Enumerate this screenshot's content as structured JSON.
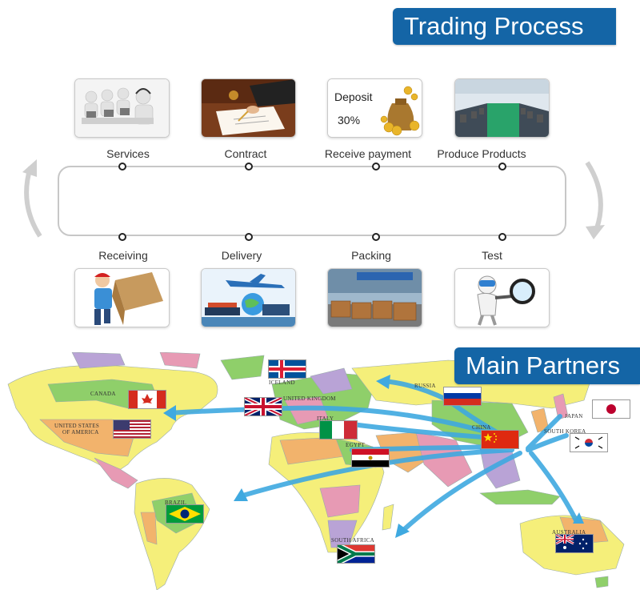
{
  "sections": {
    "trading_title": "Trading Process",
    "partners_title": "Main Partners"
  },
  "steps": {
    "services": "Services",
    "contract": "Contract",
    "receive_payment": "Receive payment",
    "produce_products": "Produce Products",
    "receiving": "Receiving",
    "delivery": "Delivery",
    "packing": "Packing",
    "test": "Test"
  },
  "payment_card": {
    "line1": "Deposit",
    "line2": "30%"
  },
  "countries": {
    "canada": "CANADA",
    "usa_line1": "UNITED STATES",
    "usa_line2": "OF AMERICA",
    "iceland": "ICELAND",
    "uk": "UNITED KINGDOM",
    "russia": "RUSSIA",
    "italy": "ITALY",
    "egypt": "EGYPT",
    "china": "CHINA",
    "japan": "JAPAN",
    "south_korea": "SOUTH KOREA",
    "brazil": "BRAZIL",
    "south_africa": "SOUTH AFRICA",
    "australia": "AUSTRALIA"
  },
  "colors": {
    "banner": "#1465a6",
    "arrow": "#3fa9e0",
    "ocean": "#ffffff",
    "land_yellow": "#f5ef7a",
    "land_green": "#8fcf6a",
    "land_orange": "#f2b36c",
    "land_pink": "#e79ab4",
    "land_purple": "#b9a3d6"
  }
}
